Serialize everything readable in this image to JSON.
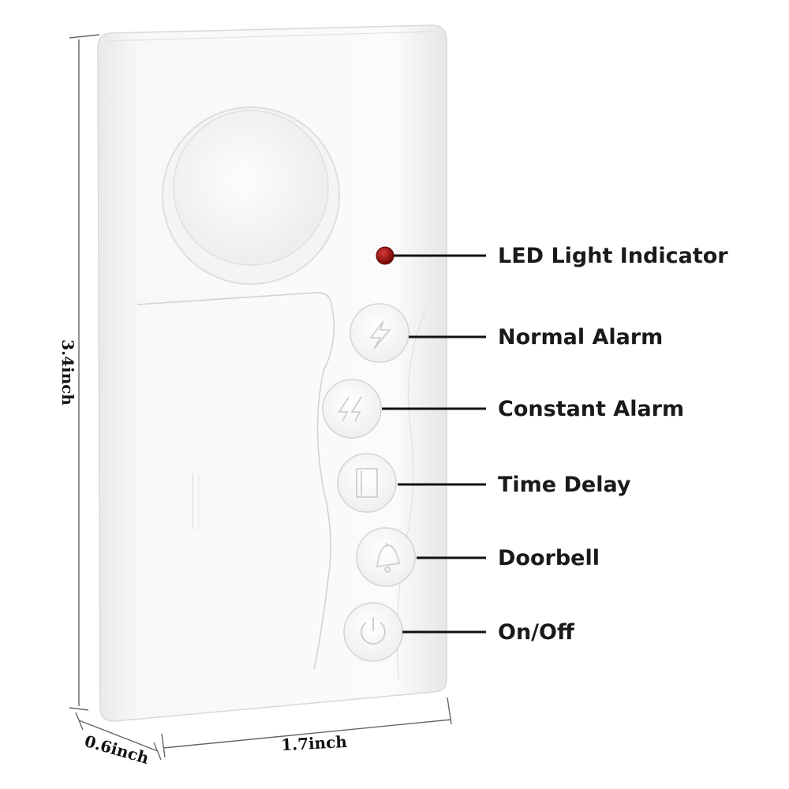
{
  "callouts": [
    {
      "id": "led",
      "label": "LED Light Indicator"
    },
    {
      "id": "normal",
      "label": "Normal Alarm"
    },
    {
      "id": "constant",
      "label": "Constant Alarm"
    },
    {
      "id": "delay",
      "label": "Time Delay"
    },
    {
      "id": "doorbell",
      "label": "Doorbell"
    },
    {
      "id": "power",
      "label": "On/Off"
    }
  ],
  "dimensions": {
    "height": "3.4inch",
    "width": "1.7inch",
    "depth": "0.6inch"
  },
  "colors": {
    "led": "#8b0a0a",
    "body": "#f7f7f7",
    "outline": "#d8d8d8",
    "text": "#1a1a1a"
  },
  "icons": [
    "lightning-icon",
    "double-lightning-icon",
    "door-icon",
    "bell-icon",
    "power-icon"
  ]
}
